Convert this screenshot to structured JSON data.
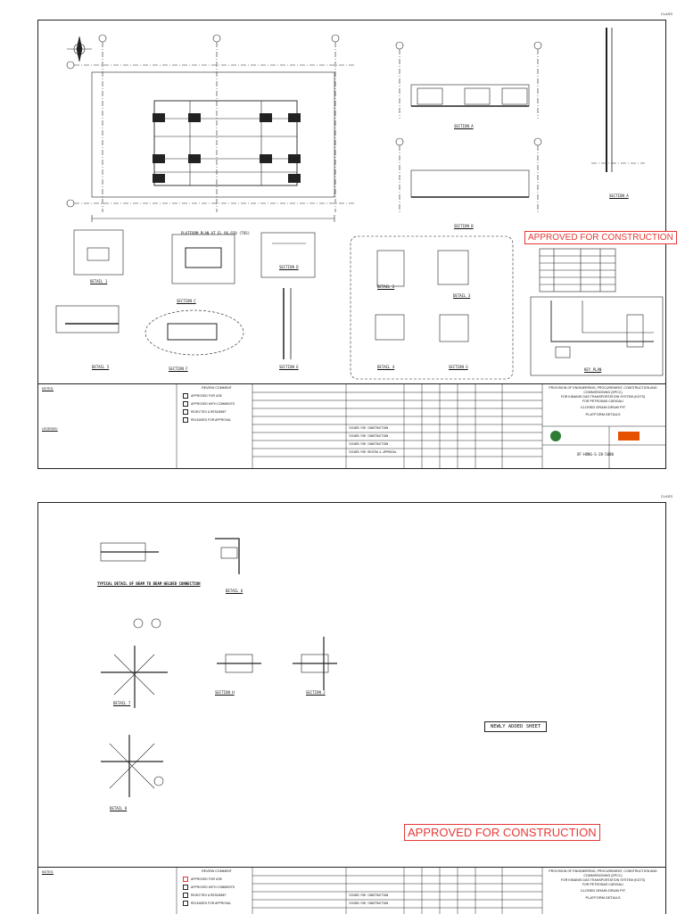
{
  "sheets": [
    {
      "corner_tag": "CLASS",
      "approval_stamp": "APPROVED FOR CONSTRUCTION",
      "plan_title": "PLATFORM PLAN AT EL 96,650 (TOS)",
      "section_labels": [
        "SECTION A",
        "SECTION B",
        "SECTION C",
        "SECTION D",
        "SECTION E",
        "SECTION F",
        "SECTION G"
      ],
      "detail_labels": [
        "DETAIL 1",
        "DETAIL 2",
        "DETAIL 3",
        "DETAIL 4",
        "DETAIL 5"
      ],
      "key_plan_label": "KEY PLAN",
      "title_block": {
        "comment_code_title": "REVIEW COMMENT",
        "comment_codes": [
          "APPROVED FOR USE",
          "APPROVED WITH COMMENTS",
          "REJECTED & RESUBMIT",
          "RELEASED FOR APPROVAL"
        ],
        "notes_title": "NOTES:",
        "legends_title": "LEGENDS:",
        "project_line1": "PROVISION OF ENGINEERING, PROCUREMENT, CONSTRUCTION AND COMMISSIONING (EPCC)",
        "project_line2": "FOR KIMANIS GAS TRANSPORTATION SYSTEM (KGTS)",
        "project_line3": "FOR PETRONAS CARIGALI",
        "drawing_title1": "CLOSED DRAIN DRUM PIT",
        "drawing_title2": "PLATFORM DETAILS",
        "drawing_number": "OF-HONG-S-28-5080",
        "revision_rows": [
          "ISSUED FOR CONSTRUCTION",
          "ISSUED FOR CONSTRUCTION",
          "ISSUED FOR CONSTRUCTION",
          "ISSUED FOR REVIEW & APPROVAL"
        ]
      }
    },
    {
      "corner_tag": "CLASS",
      "approval_stamp": "APPROVED FOR CONSTRUCTION",
      "newly_added": "NEWLY ADDED SHEET",
      "detail_caption": "TYPICAL DETAIL OF BEAM TO BEAM WELDED CONNECTION",
      "section_labels": [
        "SECTION H",
        "SECTION J"
      ],
      "detail_labels": [
        "DETAIL 6",
        "DETAIL 7",
        "DETAIL 8"
      ],
      "title_block": {
        "comment_code_title": "REVIEW COMMENT",
        "comment_codes": [
          "APPROVED FOR USE",
          "APPROVED WITH COMMENTS",
          "REJECTED & RESUBMIT",
          "RELEASED FOR APPROVAL"
        ],
        "notes_title": "NOTES:",
        "project_line1": "PROVISION OF ENGINEERING, PROCUREMENT, CONSTRUCTION AND COMMISSIONING (EPCC)",
        "project_line2": "FOR KIMANIS GAS TRANSPORTATION SYSTEM (KGTS)",
        "project_line3": "FOR PETRONAS CARIGALI",
        "drawing_title1": "CLOSED DRAIN DRUM PIT",
        "drawing_title2": "PLATFORM DETAILS",
        "revision_rows": [
          "ISSUED FOR CONSTRUCTION",
          "ISSUED FOR CONSTRUCTION"
        ]
      }
    }
  ],
  "colors": {
    "stamp_red": "#e53935",
    "line": "#222222"
  }
}
